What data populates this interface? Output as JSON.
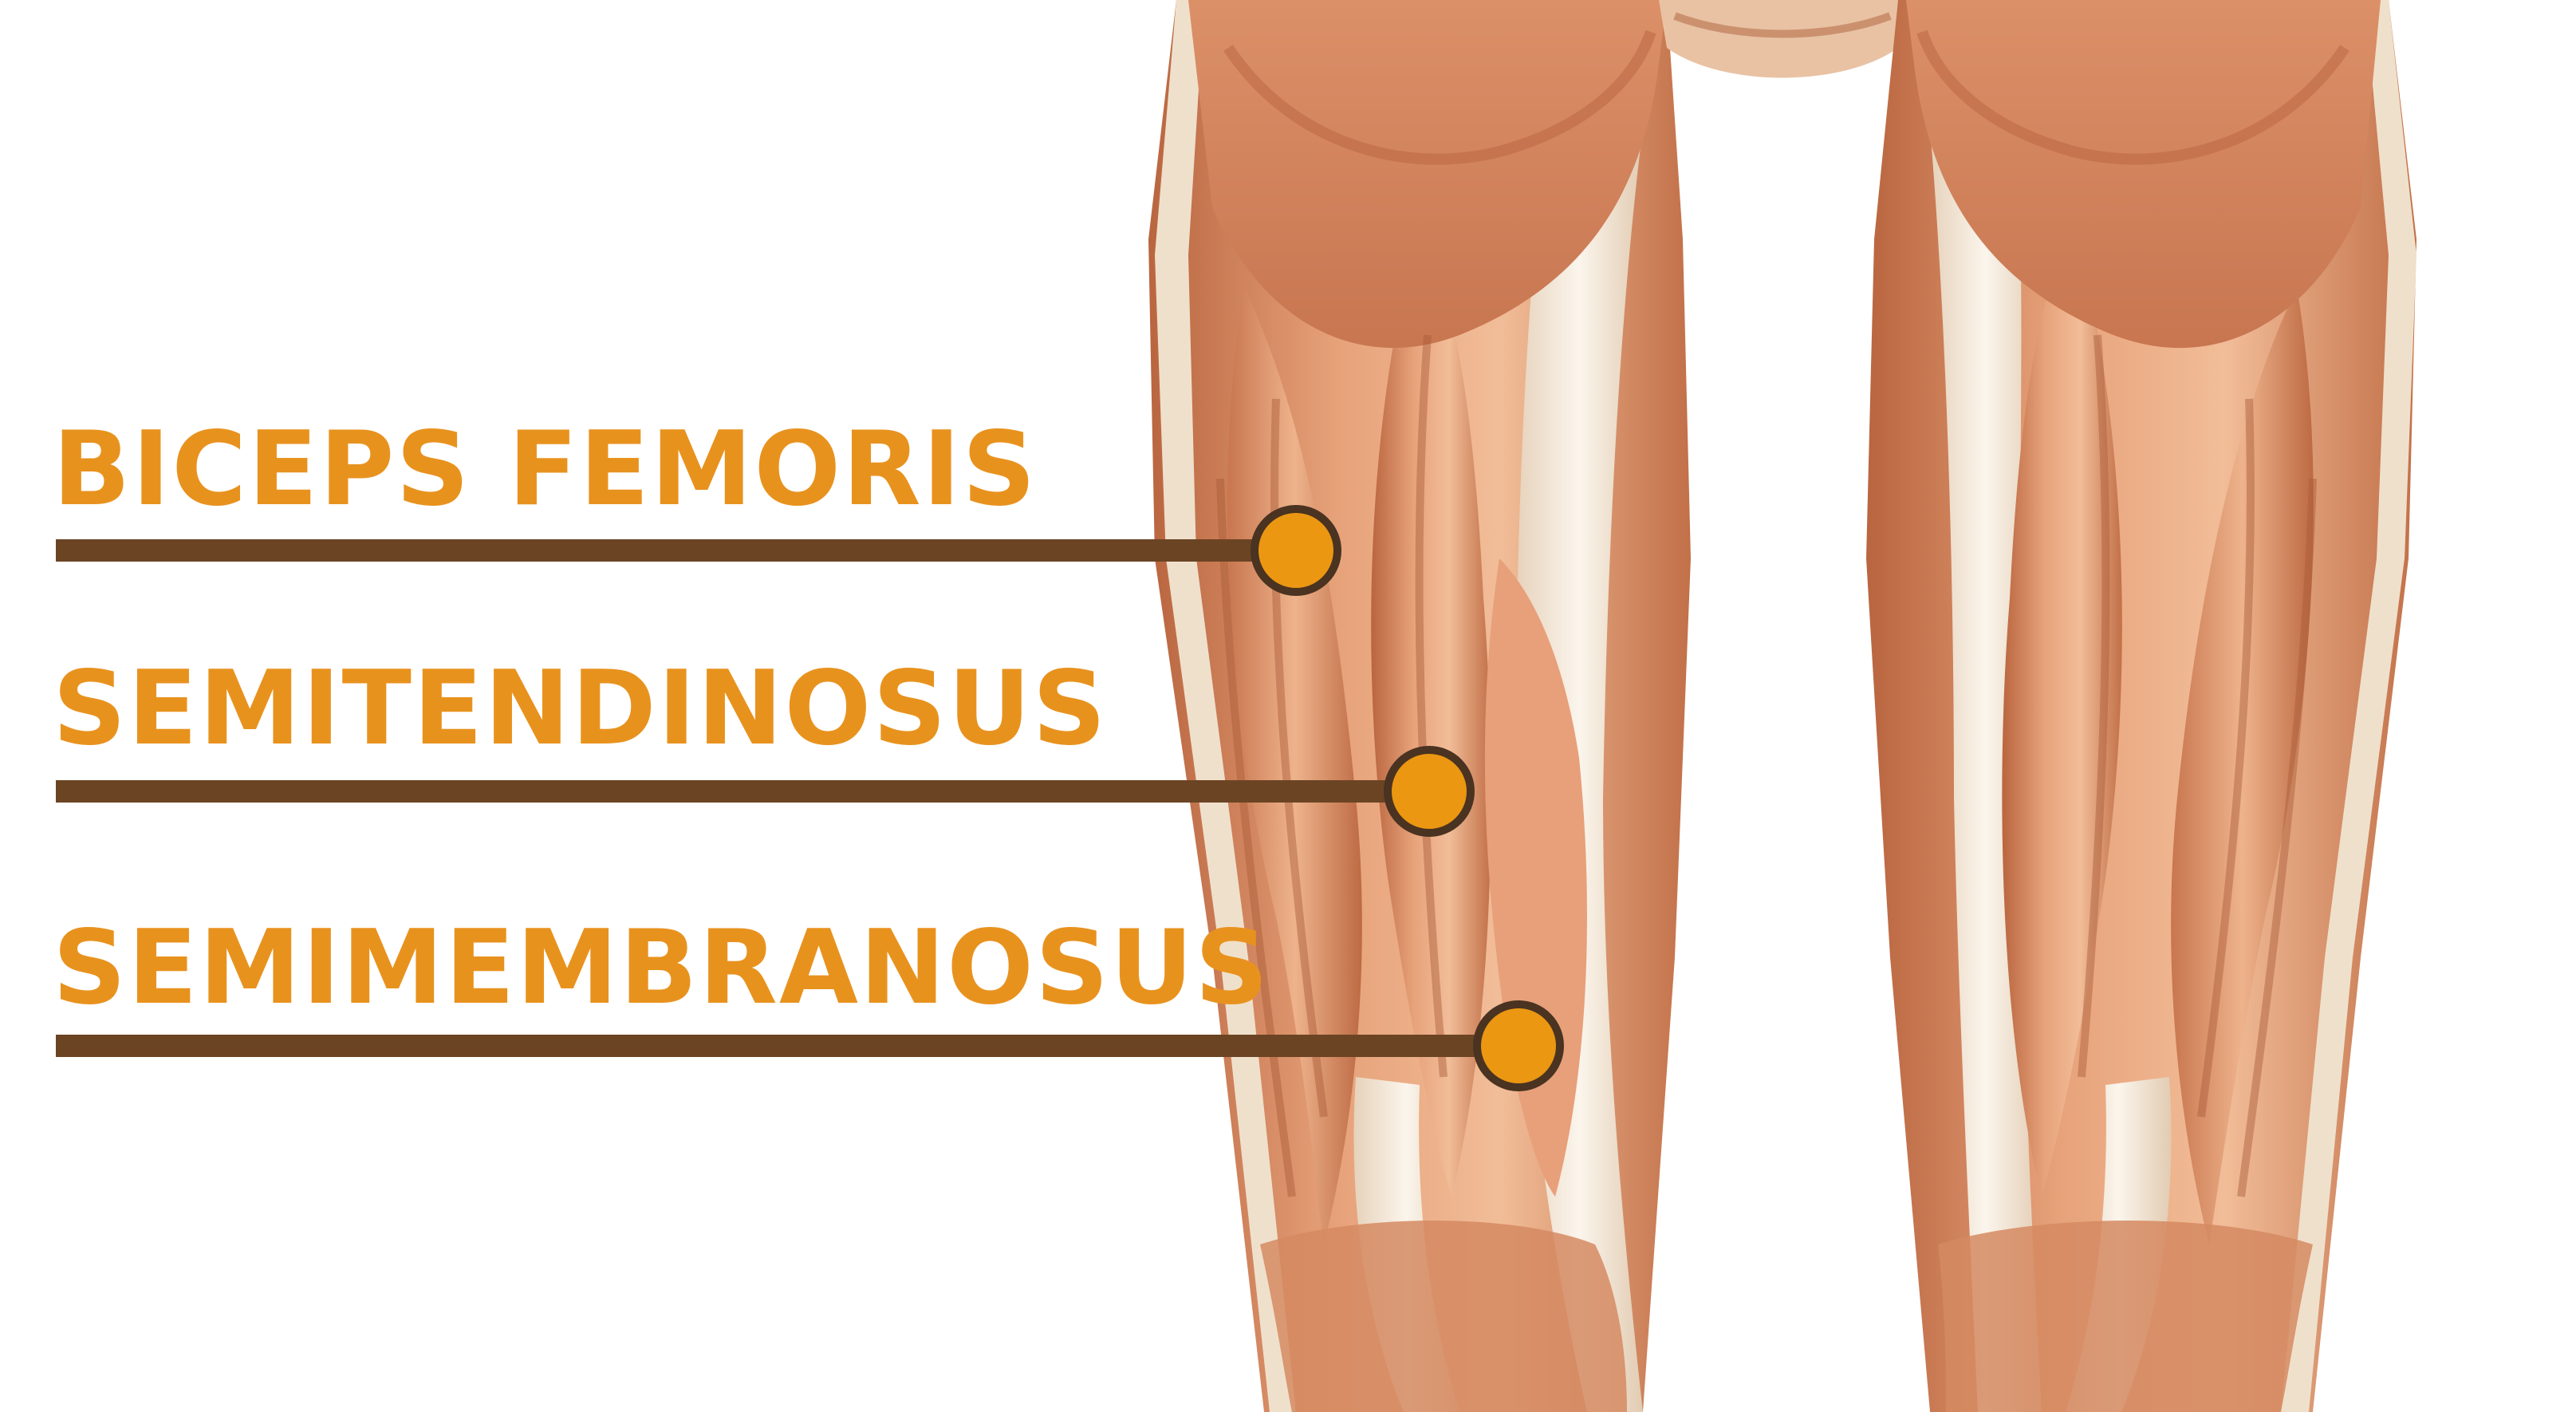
{
  "labels": [
    {
      "text": "BICEPS FEMORIS"
    },
    {
      "text": "SEMITENDINOSUS"
    },
    {
      "text": "SEMIMEMBRANOSUS"
    }
  ],
  "colors": {
    "label_text": "#e8921e",
    "leader_line": "#6b4424",
    "marker_fill": "#eb9712",
    "marker_stroke": "#4a3320",
    "muscle_base": "#d9895f",
    "muscle_light": "#f1bd98",
    "muscle_dark": "#b9653f",
    "tendon": "#f2e7d8",
    "background": "#ffffff"
  }
}
